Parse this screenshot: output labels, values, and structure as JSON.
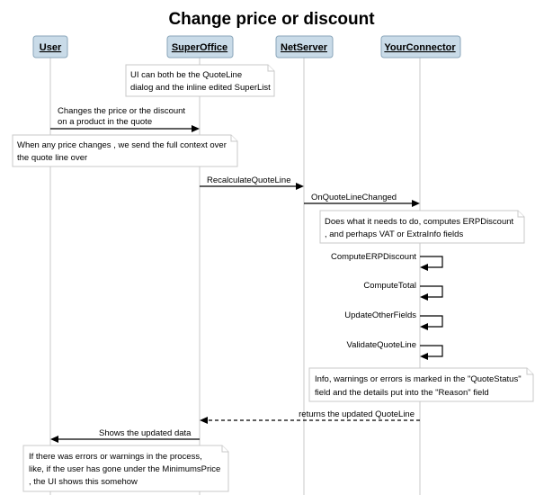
{
  "title": "Change price or discount",
  "actors": [
    {
      "id": "user",
      "label": "User"
    },
    {
      "id": "superoffice",
      "label": "SuperOffice"
    },
    {
      "id": "netserver",
      "label": "NetServer"
    },
    {
      "id": "yourconnector",
      "label": "YourConnector"
    }
  ],
  "notes": [
    {
      "id": "note-ui",
      "lines": [
        "UI can both be the QuoteLine",
        "dialog and the inline edited SuperList"
      ]
    },
    {
      "id": "note-context",
      "lines": [
        "When any price changes , we send the full context over",
        "the quote line over"
      ]
    },
    {
      "id": "note-compute",
      "lines": [
        "Does what it needs to do, computes ERPDiscount",
        ", and perhaps VAT or ExtraInfo fields"
      ]
    },
    {
      "id": "note-status",
      "lines": [
        "Info, warnings or errors is marked in the \"QuoteStatus\"",
        "field and the details put into the \"Reason\" field"
      ]
    },
    {
      "id": "note-errors",
      "lines": [
        "If there was errors or warnings in the process,",
        "like, if the user has gone under the MinimumsPrice",
        ", the UI shows this somehow"
      ]
    }
  ],
  "messages": [
    {
      "id": "msg-change-price",
      "from": "user",
      "to": "superoffice",
      "lines": [
        "Changes the price or the discount",
        " on a product in the quote"
      ],
      "style": "solid"
    },
    {
      "id": "msg-recalculate",
      "from": "superoffice",
      "to": "netserver",
      "lines": [
        "RecalculateQuoteLine"
      ],
      "style": "solid"
    },
    {
      "id": "msg-onchanged",
      "from": "netserver",
      "to": "yourconnector",
      "lines": [
        "OnQuoteLineChanged"
      ],
      "style": "solid"
    },
    {
      "id": "msg-compute-erp",
      "from": "yourconnector",
      "to": "yourconnector",
      "lines": [
        "ComputeERPDiscount"
      ],
      "style": "self"
    },
    {
      "id": "msg-compute-total",
      "from": "yourconnector",
      "to": "yourconnector",
      "lines": [
        "ComputeTotal"
      ],
      "style": "self"
    },
    {
      "id": "msg-update-other",
      "from": "yourconnector",
      "to": "yourconnector",
      "lines": [
        "UpdateOtherFields"
      ],
      "style": "self"
    },
    {
      "id": "msg-validate",
      "from": "yourconnector",
      "to": "yourconnector",
      "lines": [
        "ValidateQuoteLine"
      ],
      "style": "self"
    },
    {
      "id": "msg-returns",
      "from": "yourconnector",
      "to": "superoffice",
      "lines": [
        "returns the updated QuoteLine"
      ],
      "style": "dashed"
    },
    {
      "id": "msg-shows",
      "from": "superoffice",
      "to": "user",
      "lines": [
        "Shows the updated data"
      ],
      "style": "solid"
    }
  ]
}
